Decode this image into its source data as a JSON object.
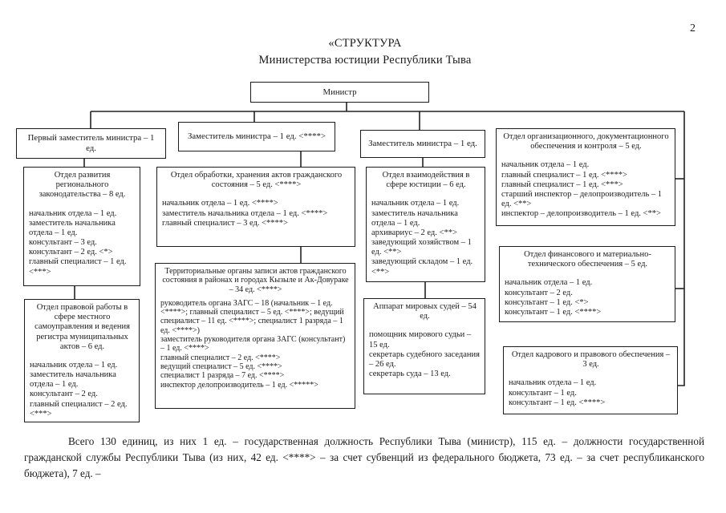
{
  "page_number": "2",
  "title": {
    "line1": "«СТРУКТУРА",
    "line2": "Министерства юстиции Республики Тыва"
  },
  "minister": "Министр",
  "top_row": {
    "first_deputy": "Первый заместитель министра – 1 ед.",
    "deputy_zags": "Заместитель министра – 1 ед. <****>",
    "deputy_justice": "Заместитель министра – 1 ед."
  },
  "departments": {
    "regional_law": {
      "title": "Отдел развития регионального законодательства – 8 ед.",
      "staff": [
        "начальник отдела – 1 ед.",
        "заместитель начальника отдела – 1 ед.",
        "консультант – 3 ед.",
        "консультант – 2 ед. <*>",
        "главный специалист – 1 ед. <***>"
      ]
    },
    "municipal_law": {
      "title": "Отдел правовой работы в сфере местного самоуправления и ведения регистра муниципальных актов – 6 ед.",
      "staff": [
        "начальник отдела – 1 ед.",
        "заместитель начальника отдела – 1 ед.",
        "консультант – 2 ед.",
        "главный специалист – 2 ед. <***>"
      ]
    },
    "zags_processing": {
      "title": "Отдел обработки, хранения актов гражданского состояния – 5 ед. <****>",
      "staff": [
        "начальник отдела – 1 ед. <****>",
        "заместитель начальника отдела – 1 ед. <****>",
        "главный специалист – 3 ед. <****>"
      ]
    },
    "zags_territorial": {
      "title": "Территориальные органы записи актов гражданского состояния в районах и городах Кызыле и Ак-Довураке – 34 ед. <****>",
      "staff": [
        "руководитель органа ЗАГС – 18 (начальник – 1 ед. <****>; главный специалист – 5 ед. <****>; ведущий специалист – 11 ед. <****>; специалист 1 разряда – 1 ед. <****>)",
        "заместитель руководителя органа ЗАГС (консультант) – 1 ед. <****>",
        "главный специалист – 2 ед. <****>",
        "ведущий специалист – 5 ед. <****>",
        "специалист 1 разряда – 7 ед. <****>",
        "инспектор делопроизводитель – 1 ед. <*****>"
      ]
    },
    "justice_interaction": {
      "title": "Отдел взаимодействия в сфере юстиции – 6 ед.",
      "staff": [
        "начальник отдела – 1 ед.",
        "заместитель начальника отдела – 1 ед.",
        "архивариус – 2 ед. <**>",
        "заведующий хозяйством – 1 ед. <**>",
        "заведующий складом – 1 ед. <**>"
      ]
    },
    "magistrates": {
      "title": "Аппарат мировых судей – 54 ед.",
      "staff": [
        "помощник мирового судьи – 15 ед.",
        "секретарь судебного заседания – 26 ед.",
        "секретарь суда – 13 ед."
      ]
    },
    "org_control": {
      "title": "Отдел организационного, документационного обеспечения и контроля – 5 ед.",
      "staff": [
        "начальник отдела – 1 ед.",
        "главный специалист – 1 ед. <****>",
        "главный специалист – 1 ед. <***>",
        "старший инспектор – делопроизводитель – 1 ед. <**>",
        "инспектор – делопроизводитель – 1 ед. <**>"
      ]
    },
    "finance": {
      "title": "Отдел финансового и материально-технического обеспечения – 5 ед.",
      "staff": [
        "начальник отдела – 1 ед.",
        "консультант – 2 ед.",
        "консультант – 1 ед. <*>",
        "консультант – 1 ед. <****>"
      ]
    },
    "hr_legal": {
      "title": "Отдел кадрового и правового обеспечения – 3 ед.",
      "staff": [
        "начальник отдела – 1 ед.",
        "консультант – 1 ед.",
        "консультант – 1 ед. <****>"
      ]
    }
  },
  "footer": "Всего 130 единиц, из них 1 ед. – государственная должность Республики Тыва (министр), 115 ед. – должности государственной гражданской службы Республики Тыва (из них, 42 ед. <****> – за счет субвенций из федерального бюджета, 73 ед. – за счет республиканского бюджета), 7 ед. –"
}
